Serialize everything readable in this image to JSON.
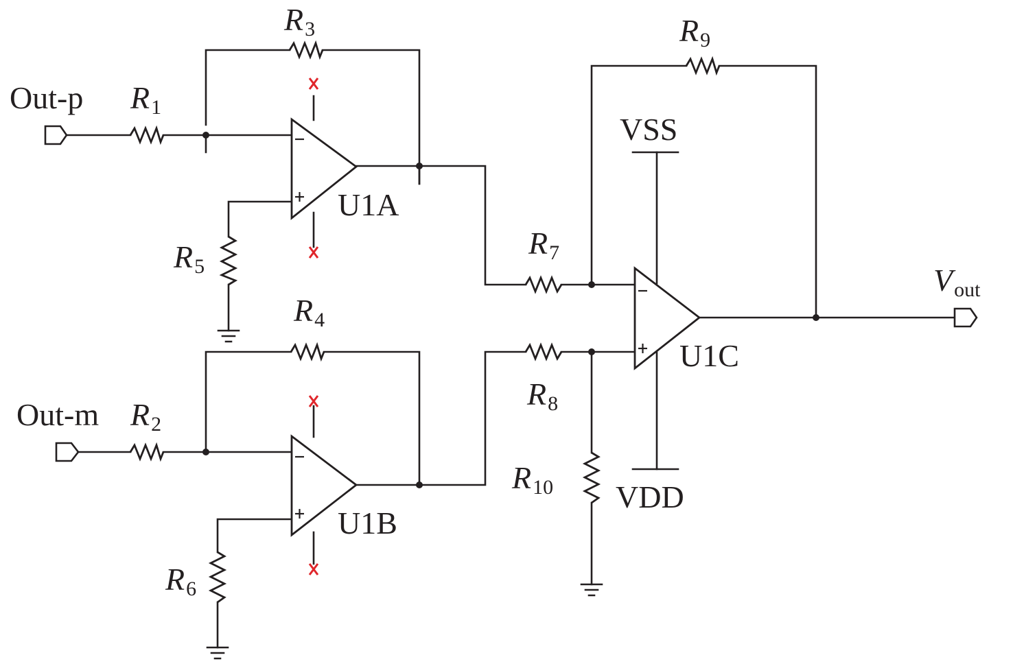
{
  "ports": {
    "in_p": "Out-p",
    "in_m": "Out-m",
    "out_main": "V",
    "out_sub": "out"
  },
  "opamps": {
    "u1a": "U1A",
    "u1b": "U1B",
    "u1c": "U1C"
  },
  "supplies": {
    "vss": "VSS",
    "vdd": "VDD"
  },
  "resistors": {
    "r1": {
      "letter": "R",
      "index": "1"
    },
    "r2": {
      "letter": "R",
      "index": "2"
    },
    "r3": {
      "letter": "R",
      "index": "3"
    },
    "r4": {
      "letter": "R",
      "index": "4"
    },
    "r5": {
      "letter": "R",
      "index": "5"
    },
    "r6": {
      "letter": "R",
      "index": "6"
    },
    "r7": {
      "letter": "R",
      "index": "7"
    },
    "r8": {
      "letter": "R",
      "index": "8"
    },
    "r9": {
      "letter": "R",
      "index": "9"
    },
    "r10": {
      "letter": "R",
      "index": "10"
    }
  },
  "colors": {
    "wire": "#231f20",
    "no_connect": "#e0262b"
  }
}
